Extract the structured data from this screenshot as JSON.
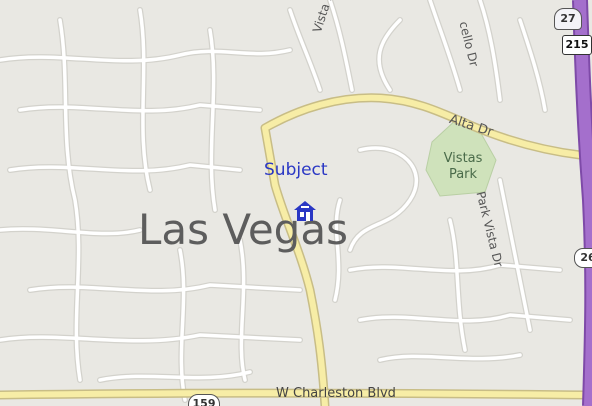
{
  "map": {
    "colors": {
      "land": "#e9e8e3",
      "street": "#ffffff",
      "street_outline": "#d3d2cc",
      "arterial": "#f7eda6",
      "arterial_outline": "#c8bd86",
      "freeway": "#a46fcc",
      "park": "#cfe2bb",
      "subject_blue": "#2a37c4"
    },
    "city_label": "Las Vegas",
    "subject": {
      "label": "Subject",
      "icon": "house-icon"
    },
    "streets": {
      "vista_run": "Vista Run",
      "cello_dr": "cello Dr",
      "alta_dr": "Alta Dr",
      "park_vista_dr": "Park Vista Dr",
      "w_charleston": "W Charleston Blvd"
    },
    "park": {
      "line1": "Vistas",
      "line2": "Park"
    },
    "shields": {
      "s27": "27",
      "s215": "215",
      "s26": "26",
      "s159": "159"
    }
  }
}
